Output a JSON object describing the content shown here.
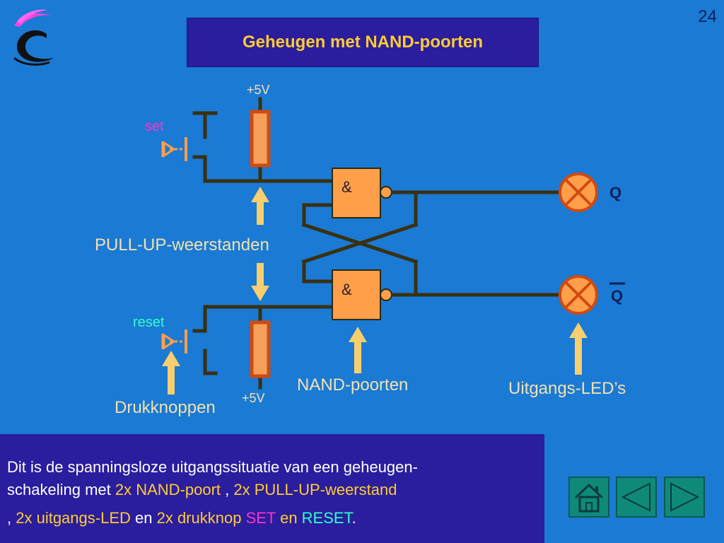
{
  "slide": {
    "title": "Geheugen met NAND-poorten",
    "page_number": "24"
  },
  "colors": {
    "background": "#1a7ad4",
    "title_box": "#2a1d9e",
    "title_text": "#ffcc33",
    "label_text": "#f4e0b0",
    "wire": "#3a3010",
    "gate_fill": "#ff9f4a",
    "resistor": "#d14a10",
    "arrow": "#f7cf6e",
    "set_color": "#ff33cc",
    "reset_color": "#33ffcc"
  },
  "diagram": {
    "supply_top": "+5V",
    "supply_bottom": "+5V",
    "set_label": "set",
    "reset_label": "reset",
    "gate1_symbol": "&",
    "gate2_symbol": "&",
    "output_q": "Q",
    "output_q_bar": "Q",
    "pullup_label": "PULL-UP-weerstanden",
    "nand_label": "NAND-poorten",
    "led_label": "Uitgangs-LED’s",
    "button_label": "Drukknoppen"
  },
  "info": {
    "line1": "Dit is de spanningsloze uitgangssituatie van een geheugen-",
    "line2_a": "schakeling met ",
    "line2_b": "2x NAND-poort",
    "line2_c": "   , ",
    "line2_d": "2x  PULL-UP-weerstand",
    "line3_a": ", ",
    "line3_b": "2x uitgangs-LED",
    "line3_c": " en ",
    "line3_d": "2x drukknop",
    "line3_e": " SET",
    "line3_f": " en ",
    "line3_g": "RESET",
    "line3_h": "."
  },
  "nav": {
    "home_icon": "home-icon",
    "prev_icon": "triangle-left-icon",
    "next_icon": "triangle-right-icon"
  }
}
